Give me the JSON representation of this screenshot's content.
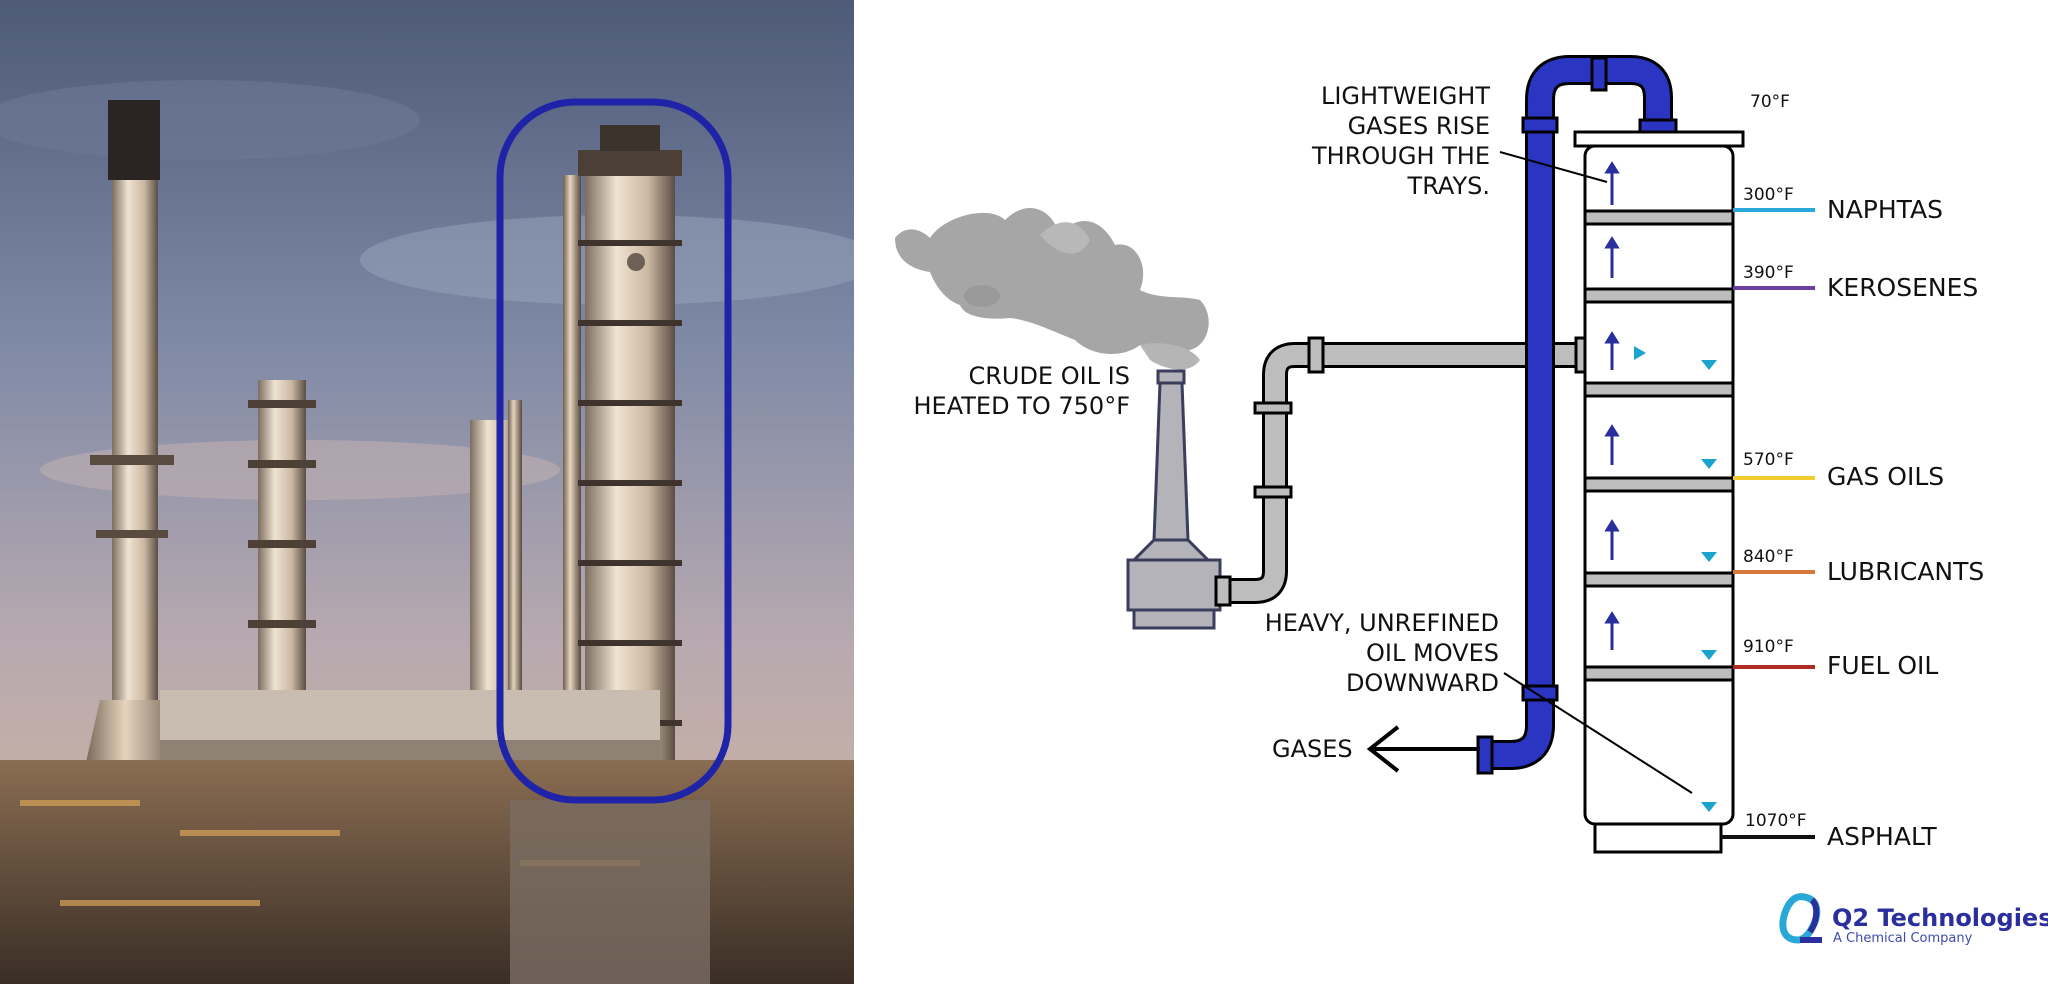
{
  "captions": {
    "light_gases": [
      "LIGHTWEIGHT",
      "GASES RISE",
      "THROUGH THE",
      "TRAYS."
    ],
    "crude_oil": [
      "CRUDE OIL IS",
      "HEATED TO 750°F"
    ],
    "heavy_oil": [
      "HEAVY, UNREFINED",
      "OIL MOVES",
      "DOWNWARD"
    ],
    "gases": "GASES"
  },
  "top_temperature": "70°F",
  "products": [
    {
      "temp": "300°F",
      "name": "NAPHTAS",
      "color": "#29a8d8"
    },
    {
      "temp": "390°F",
      "name": "KEROSENES",
      "color": "#6a3fa0"
    },
    {
      "temp": "570°F",
      "name": "GAS OILS",
      "color": "#f2cc2f"
    },
    {
      "temp": "840°F",
      "name": "LUBRICANTS",
      "color": "#d6783a"
    },
    {
      "temp": "910°F",
      "name": "FUEL OIL",
      "color": "#b02a24"
    },
    {
      "temp": "1070°F",
      "name": "ASPHALT",
      "color": "#111111"
    }
  ],
  "logo": {
    "name": "Q2 Technologies",
    "tagline": "A Chemical Company",
    "color": "#2b2f9e",
    "accent": "#29a8d8"
  },
  "colors": {
    "pipe_blue": "#2a35c2",
    "pipe_gray": "#bdbdbd",
    "highlight": "#1f23a8",
    "arrow_up": "#2a2f9e",
    "arrow_down": "#1aa3cf"
  }
}
